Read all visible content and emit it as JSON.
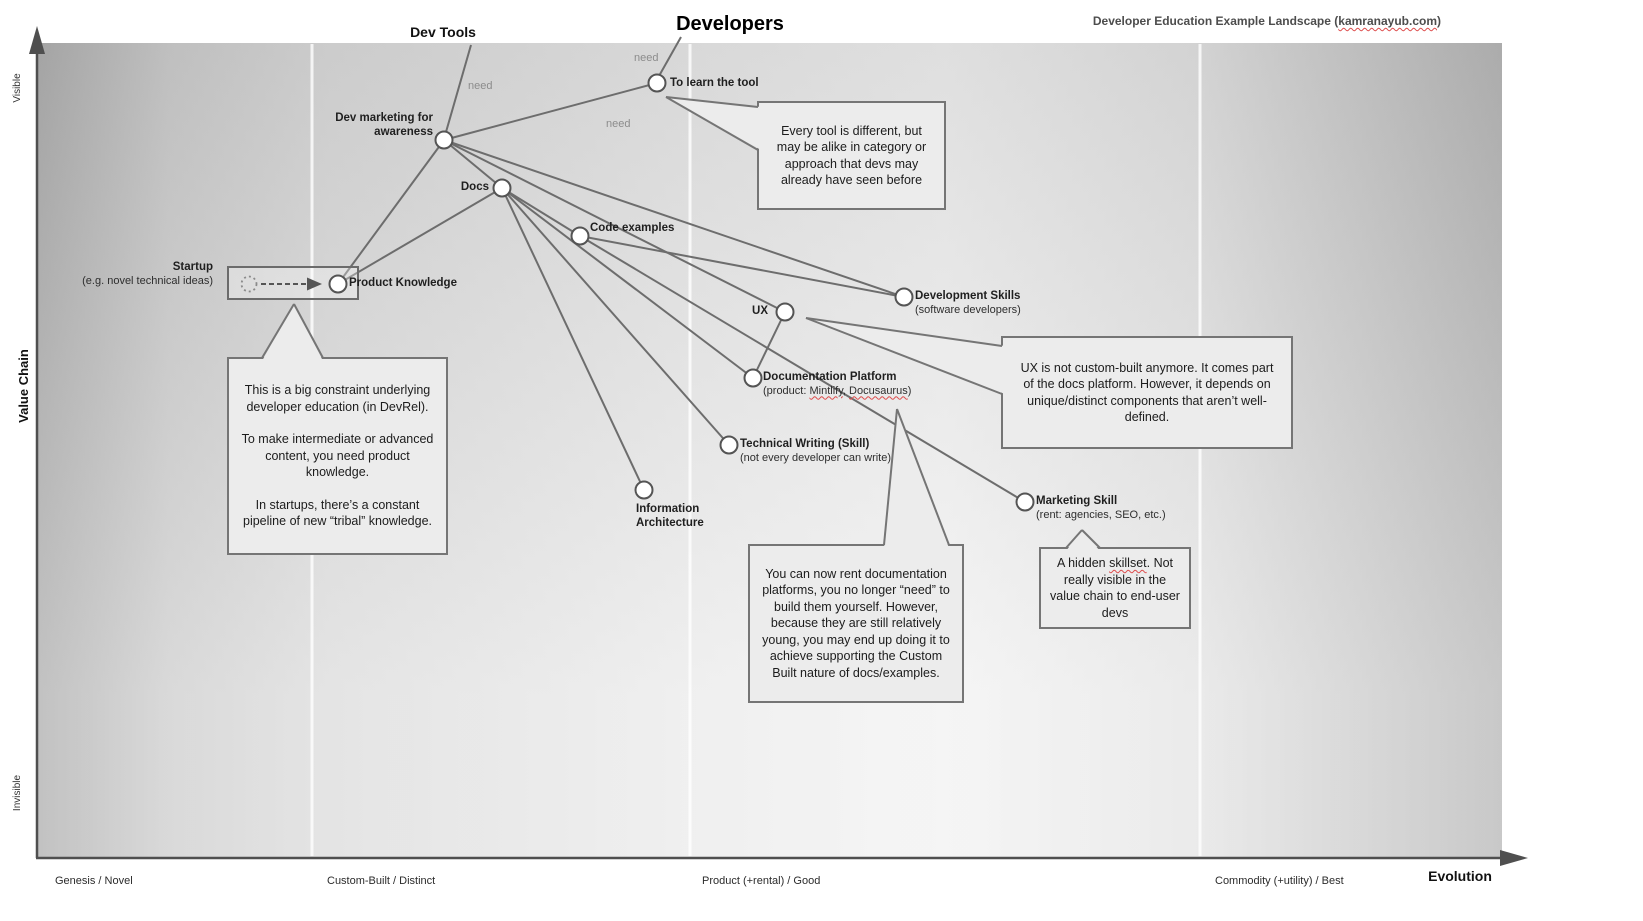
{
  "header": {
    "title_prefix": "Developer Education Example Landscape (",
    "title_domain": "kamranayub.com",
    "title_suffix": ")"
  },
  "anchors": {
    "dev_tools": "Dev Tools",
    "developers": "Developers"
  },
  "edge_labels": [
    "need",
    "need",
    "need"
  ],
  "nodes": {
    "to_learn": {
      "label": "To learn the tool"
    },
    "dev_marketing": {
      "label": "Dev marketing for awareness"
    },
    "docs": {
      "label": "Docs"
    },
    "code_examples": {
      "label": "Code examples"
    },
    "product_knowledge": {
      "label": "Product Knowledge"
    },
    "development_skills": {
      "label": "Development Skills",
      "sublabel": "(software developers)"
    },
    "ux": {
      "label": "UX"
    },
    "documentation_platform": {
      "label": "Documentation Platform",
      "sub_prefix": "(product: ",
      "sub_word1": "Mintlify",
      "sub_sep": ", ",
      "sub_word2": "Docusaurus",
      "sub_suffix": ")"
    },
    "technical_writing": {
      "label": "Technical Writing (Skill)",
      "sublabel": "(not every developer can write)"
    },
    "information_architecture": {
      "label": "Information Architecture"
    },
    "marketing_skill": {
      "label": "Marketing Skill",
      "sublabel": "(rent: agencies, SEO, etc.)"
    }
  },
  "startup": {
    "label": "Startup",
    "sublabel": "(e.g. novel technical ideas)"
  },
  "callouts": {
    "every_tool": {
      "text": "Every tool is different, but may be alike in category or approach that devs may already have seen before"
    },
    "constraint": {
      "p1": "This is a big constraint underlying developer education (in DevRel).",
      "p2": "To make intermediate or advanced content, you need product knowledge.",
      "p3": "In startups, there’s a constant pipeline of new “tribal” knowledge."
    },
    "ux_note": {
      "text": "UX is not custom-built anymore. It comes part of the docs platform. However, it depends on unique/distinct components that aren’t well-defined."
    },
    "rent_docs": {
      "text": "You can now rent documentation platforms, you no longer “need” to build them yourself. However, because they are still relatively young, you may end up doing it to achieve supporting the Custom Built nature of docs/examples."
    },
    "hidden_skill": {
      "pre": "A hidden ",
      "squiggle_word": "skillset",
      "post": ". Not really visible in the value chain to end-user devs"
    }
  },
  "axes": {
    "y_label": "Value Chain",
    "y_top": "Visible",
    "y_bottom": "Invisible",
    "x_label": "Evolution",
    "stages": [
      "Genesis / Novel",
      "Custom-Built / Distinct",
      "Product (+rental) / Good",
      "Commodity (+utility) / Best"
    ]
  },
  "colors": {
    "node_stroke": "#545454",
    "edge": "#6d6d6d",
    "callout_bg": "#ececec",
    "callout_border": "#757575",
    "need_text": "#8c8c8c",
    "squiggle": "#dd4b4b",
    "axis": "#4f4f4f"
  }
}
